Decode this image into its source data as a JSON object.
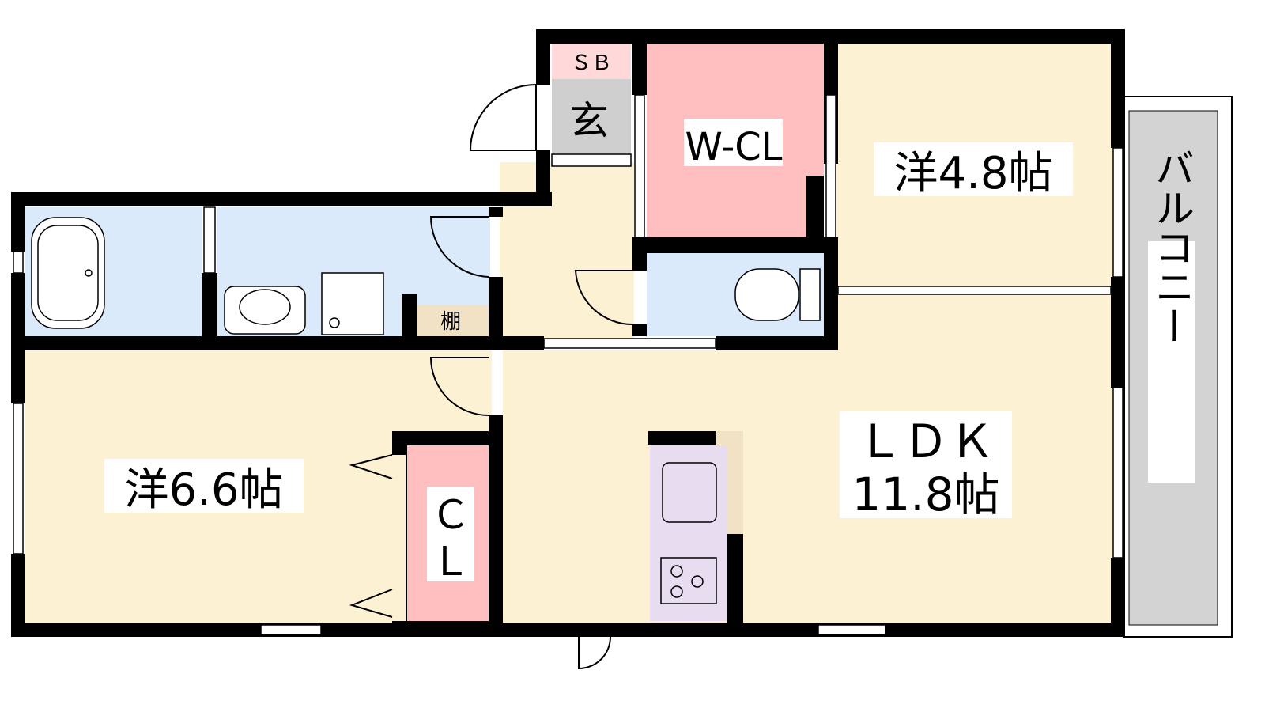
{
  "floorplan": {
    "rooms": {
      "sb": {
        "label": "ＳＢ"
      },
      "genkan": {
        "label": "玄"
      },
      "wcl": {
        "label": "W-CL"
      },
      "western1": {
        "label": "洋4.8帖"
      },
      "western2": {
        "label": "洋6.6帖"
      },
      "shelf": {
        "label": "棚"
      },
      "closet": {
        "label_line1": "Ｃ",
        "label_line2": "Ｌ"
      },
      "ldk": {
        "label_line1": "ＬＤＫ",
        "label_line2": "11.8帖"
      },
      "balcony": {
        "label": "バルコニー"
      }
    },
    "colors": {
      "wall": "#000000",
      "cream": "#fdf1d3",
      "blue": "#dbeafb",
      "pink": "#ffbfc0",
      "gray": "#cfcfcf",
      "lavender": "#e8dcf0",
      "beige": "#f1e2c6",
      "balcony": "#d3d3d3"
    }
  }
}
